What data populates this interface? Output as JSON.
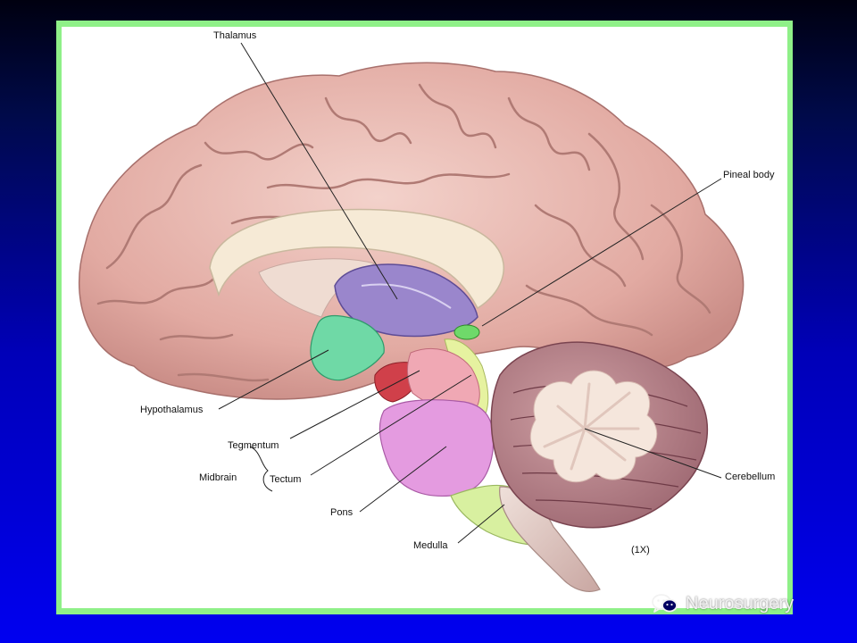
{
  "labels": {
    "thalamus": "Thalamus",
    "pineal_body": "Pineal body",
    "hypothalamus": "Hypothalamus",
    "tegmentum": "Tegmentum",
    "midbrain": "Midbrain",
    "tectum": "Tectum",
    "pons": "Pons",
    "medulla": "Medulla",
    "cerebellum": "Cerebellum",
    "magnification": "(1X)"
  },
  "watermark": {
    "text": "Neurosurgery",
    "icon": "wechat-icon"
  },
  "colors": {
    "background_top": "#000010",
    "background_bottom": "#0000f0",
    "frame": "#8ff088",
    "cerebrum": "#e8b8b0",
    "thalamus": "#9a86cc",
    "hypothalamus": "#6fd9a6",
    "pons": "#e49be0",
    "medulla": "#d8f0a0",
    "cerebellum": "#b88088"
  }
}
